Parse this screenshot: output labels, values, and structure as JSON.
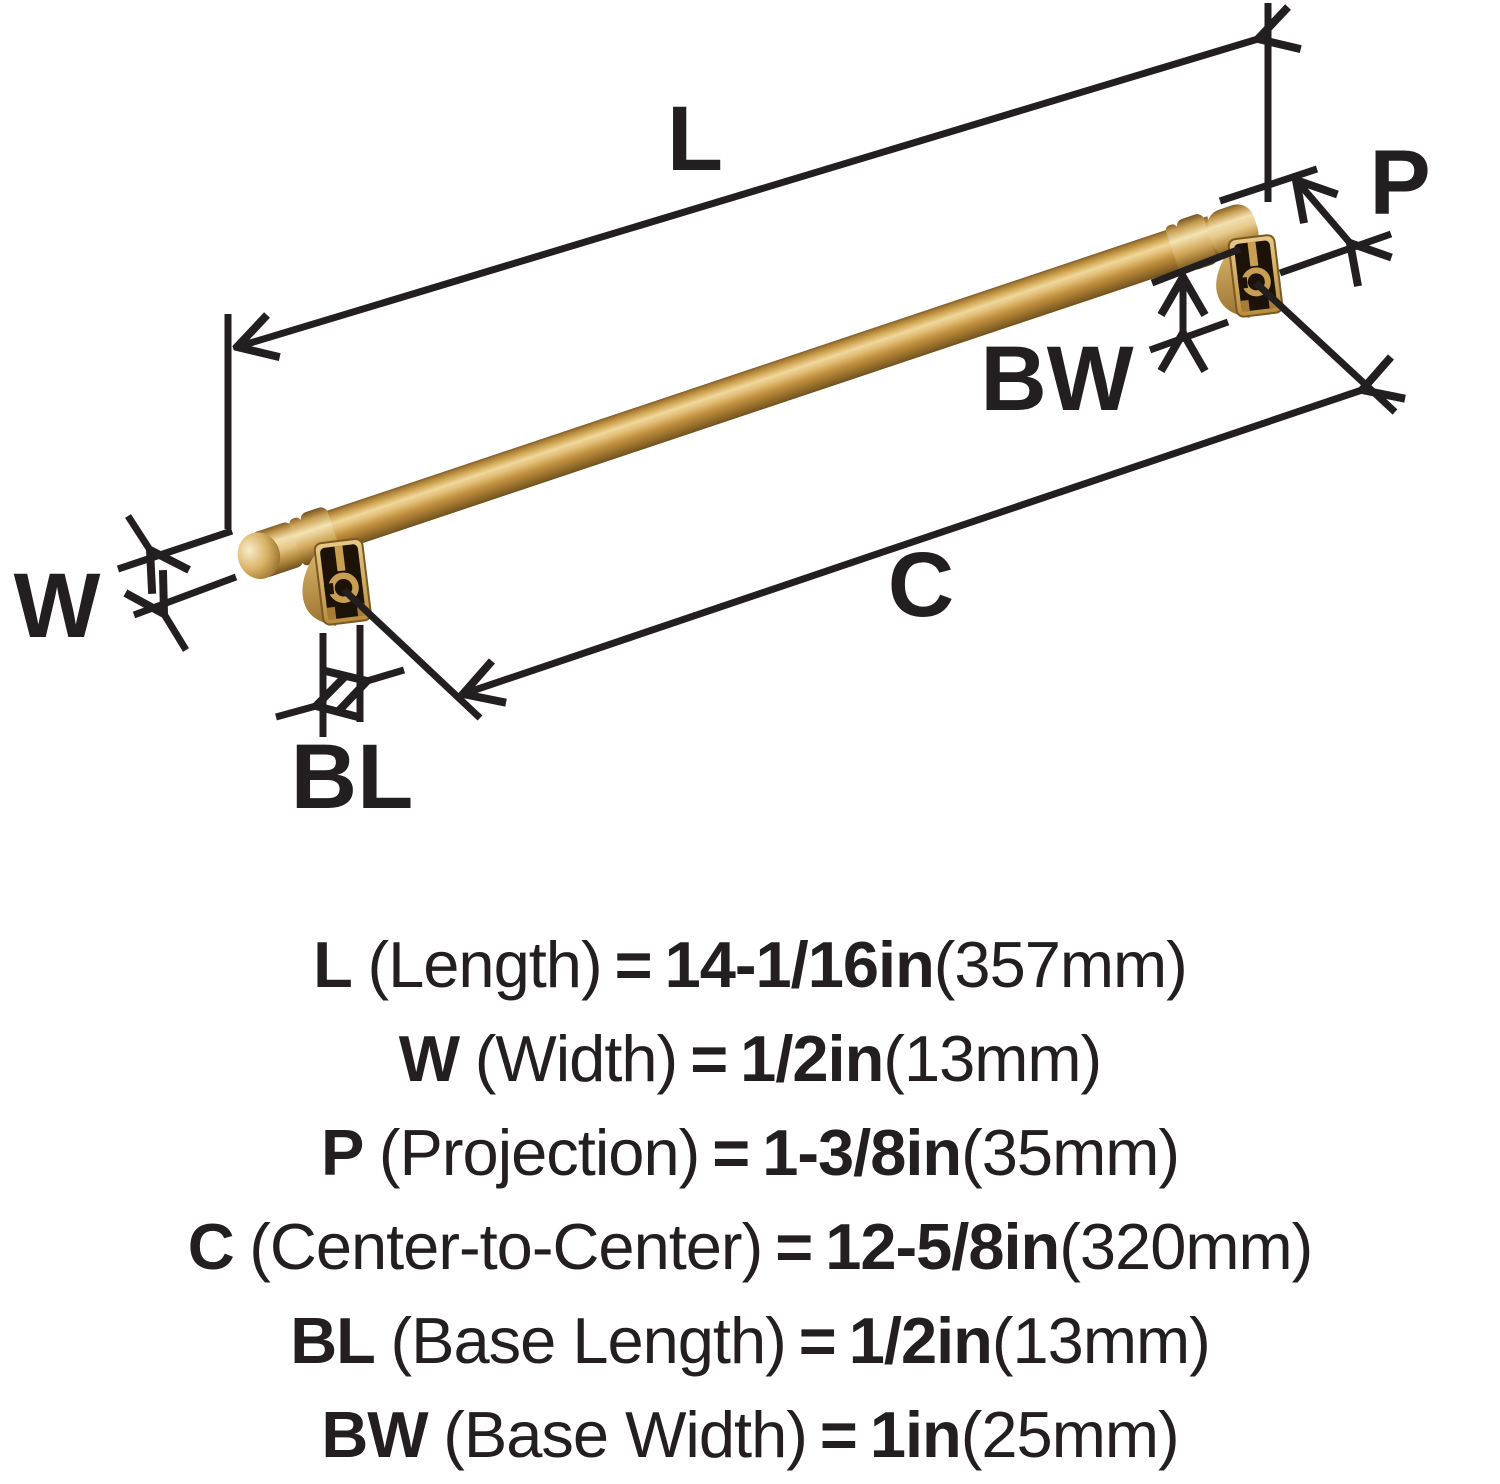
{
  "figure": {
    "type": "hardware-dimension-diagram",
    "product": "bar pull handle",
    "labels": {
      "length": "L",
      "width": "W",
      "projection": "P",
      "center_to_center": "C",
      "base_length": "BL",
      "base_width": "BW"
    },
    "colors": {
      "line": "#231f20",
      "background": "#ffffff",
      "gold_highlight": "#f0d79c",
      "gold_mid": "#c89a50",
      "gold_dark": "#6d4f1f",
      "keyhole_black": "#1c1208"
    }
  },
  "specs": {
    "rows": [
      {
        "code": "L",
        "name": "(Length)",
        "eq": "=",
        "value": "14-1/16in",
        "metric": "(357mm)"
      },
      {
        "code": "W",
        "name": "(Width)",
        "eq": "=",
        "value": "1/2in",
        "metric": "(13mm)"
      },
      {
        "code": "P",
        "name": "(Projection)",
        "eq": "=",
        "value": "1-3/8in",
        "metric": "(35mm)"
      },
      {
        "code": "C",
        "name": "(Center-to-Center)",
        "eq": "=",
        "value": "12-5/8in",
        "metric": "(320mm)"
      },
      {
        "code": "BL",
        "name": "(Base Length)",
        "eq": "=",
        "value": "1/2in",
        "metric": "(13mm)"
      },
      {
        "code": "BW",
        "name": "(Base Width)",
        "eq": "=",
        "value": "1in",
        "metric": "(25mm)"
      }
    ]
  }
}
